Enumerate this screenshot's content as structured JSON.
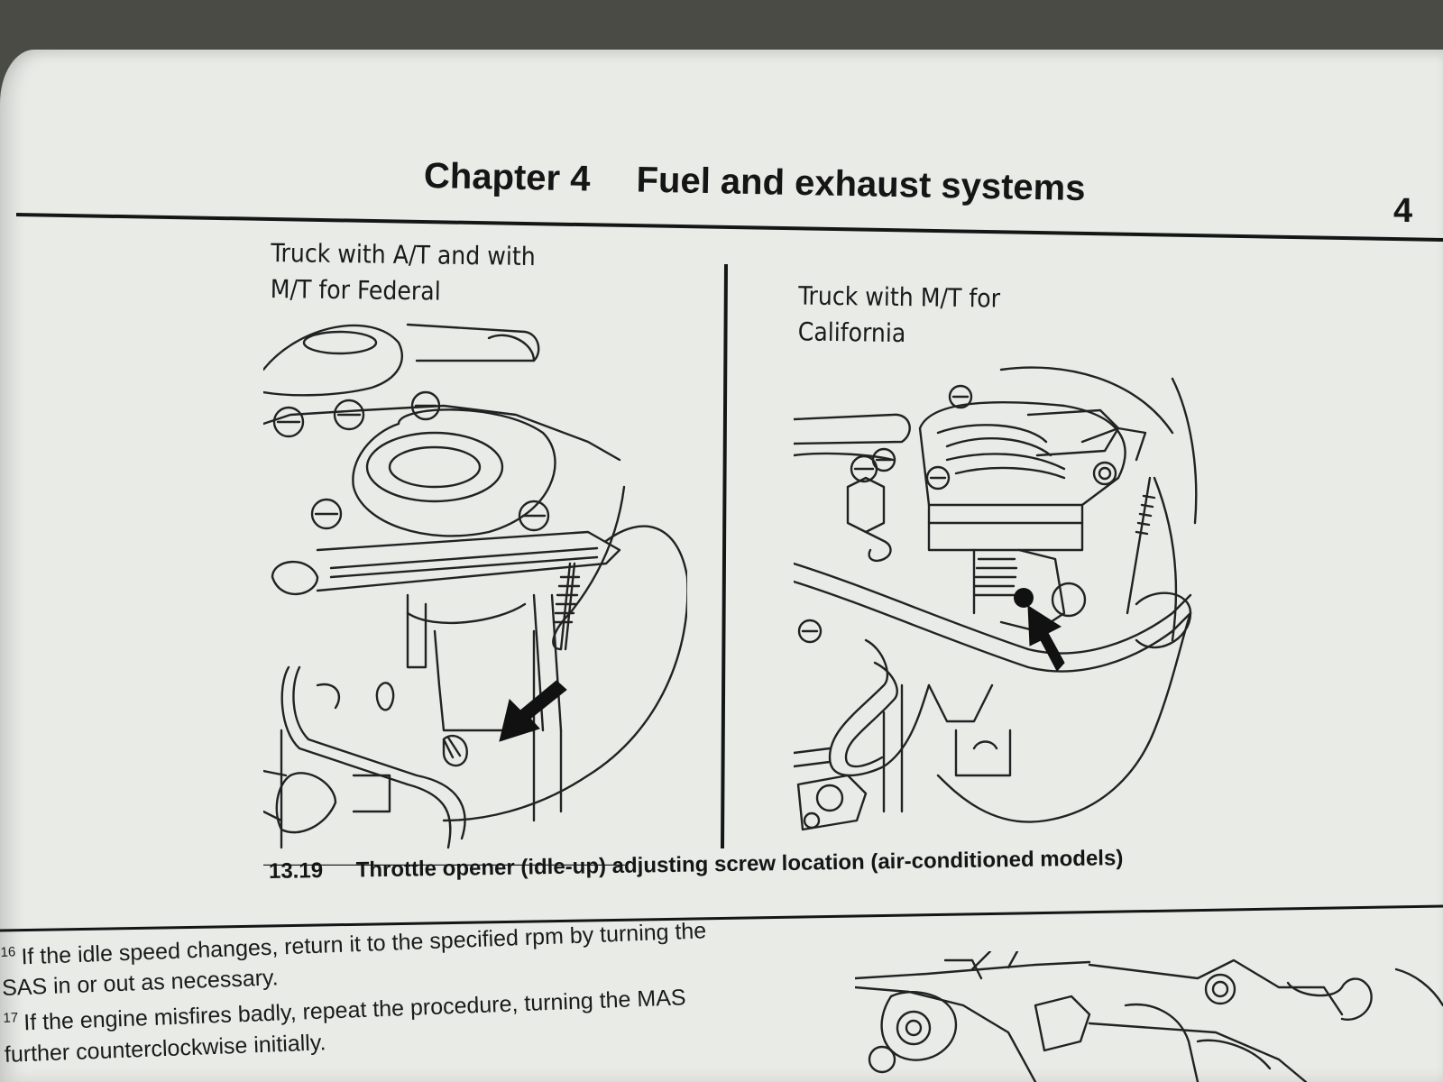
{
  "header": {
    "chapter_number": "Chapter 4",
    "chapter_title": "Fuel and exhaust systems",
    "page_number": "4"
  },
  "figure": {
    "left_label": "Truck with A/T and with\nM/T for Federal",
    "right_label": "Truck with M/T for\nCalifornia",
    "caption_number": "13.19",
    "caption_text": "Throttle opener (idle-up) adjusting screw location (air-conditioned models)"
  },
  "body": {
    "paragraphs": [
      {
        "number": "16",
        "line1": "If the idle speed changes, return it to the specified rpm by turning the",
        "line2": "SAS in or out as necessary."
      },
      {
        "number": "17",
        "line1": "If the engine misfires badly, repeat the procedure, turning the MAS",
        "line2": "further counterclockwise initially."
      }
    ]
  },
  "colors": {
    "paper": "#e9ebe7",
    "ink": "#151515",
    "background": "#4a4b45"
  },
  "icons": [
    "arrow-pointer-icon"
  ]
}
